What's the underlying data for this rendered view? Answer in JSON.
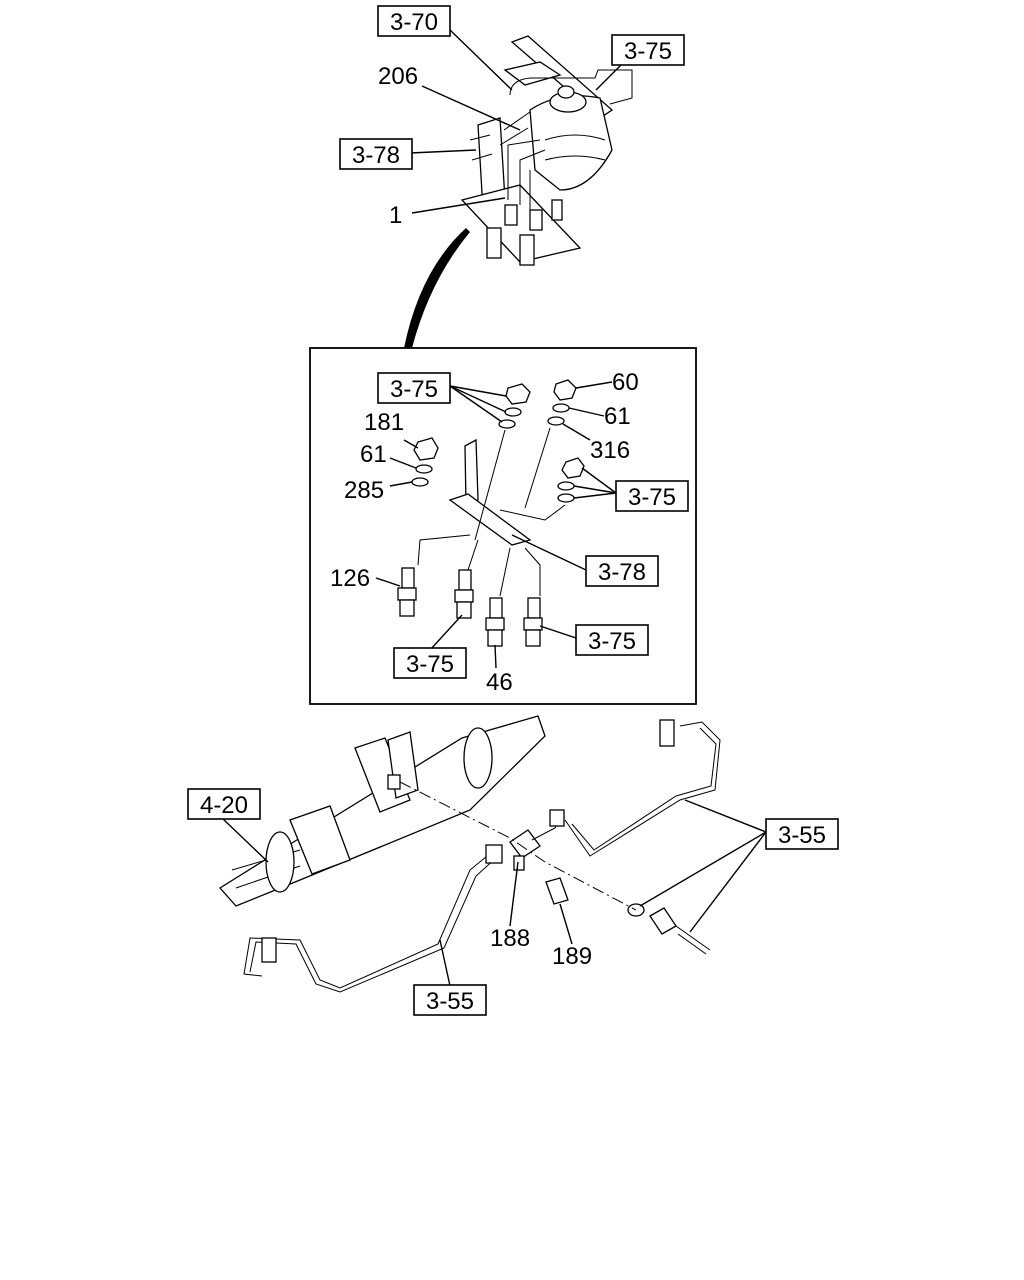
{
  "references": {
    "r_3_70": "3-70",
    "r_3_75_top": "3-75",
    "r_3_78_top": "3-78",
    "r_3_75_a": "3-75",
    "r_3_75_b": "3-75",
    "r_3_78_detail": "3-78",
    "r_3_75_c": "3-75",
    "r_3_75_d": "3-75",
    "r_4_20": "4-20",
    "r_3_55_right": "3-55",
    "r_3_55_bottom": "3-55"
  },
  "part_numbers": {
    "p206": "206",
    "p1": "1",
    "p60": "60",
    "p61_right": "61",
    "p316": "316",
    "p181": "181",
    "p61_left": "61",
    "p285": "285",
    "p126": "126",
    "p46": "46",
    "p188": "188",
    "p189": "189"
  }
}
